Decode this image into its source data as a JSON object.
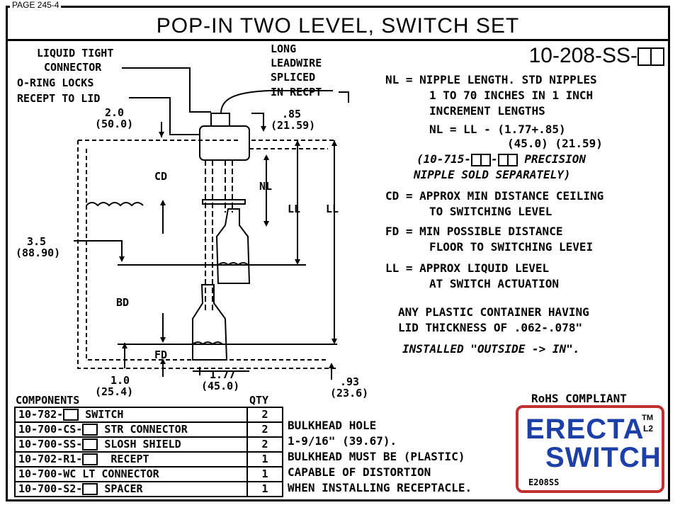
{
  "page_label": "PAGE 245-4",
  "title": "POP-IN TWO LEVEL, SWITCH SET",
  "part_number": "10-208-SS-",
  "drawing_labels": {
    "liquid_tight_1": "LIQUID TIGHT",
    "liquid_tight_2": "CONNECTOR",
    "oring_1": "O-RING LOCKS",
    "oring_2": "RECEPT TO LID",
    "long_1": "LONG",
    "long_2": "LEADWIRE",
    "long_3": "SPLICED",
    "long_4": "IN RECPT",
    "dim_2_0": "2.0",
    "dim_50_0": "(50.0)",
    "dim_85": ".85",
    "dim_21_59": "(21.59)",
    "cd": "CD",
    "nl": "NL",
    "ll_1": "LL",
    "ll_2": "LL",
    "dim_3_5": "3.5",
    "dim_88_90": "(88.90)",
    "bd": "BD",
    "fd": "FD",
    "dim_1_0": "1.0",
    "dim_25_4": "(25.4)",
    "dim_1_77": "1.77",
    "dim_45_0": "(45.0)",
    "dim_93": ".93",
    "dim_23_6": "(23.6)"
  },
  "notes": {
    "nl_1": "NL = NIPPLE LENGTH. STD NIPPLES",
    "nl_2": "1 TO 70 INCHES IN 1 INCH",
    "nl_3": "INCREMENT LENGTHS",
    "formula_1": "NL = LL - (1.77+.85)",
    "formula_2": "(45.0) (21.59)",
    "precision_1a": "(10-715-",
    "precision_1b": "-",
    "precision_1c": " PRECISION",
    "precision_2": "NIPPLE SOLD SEPARATELY)",
    "cd_1": "CD = APPROX MIN DISTANCE CEILING",
    "cd_2": "TO SWITCHING LEVEL",
    "fd_1": "FD = MIN POSSIBLE DISTANCE",
    "fd_2": "FLOOR TO SWITCHING LEVEI",
    "ll_1": "LL = APPROX LIQUID LEVEL",
    "ll_2": "AT SWITCH ACTUATION",
    "container_1": "ANY PLASTIC CONTAINER HAVING",
    "container_2": "LID THICKNESS OF .062-.078\"",
    "installed": "INSTALLED \"OUTSIDE -> IN\"."
  },
  "components": {
    "header": "COMPONENTS",
    "qty_header": "QTY",
    "rows": [
      {
        "pn": "10-782-",
        "desc": " SWITCH",
        "qty": "2"
      },
      {
        "pn": "10-700-CS-",
        "desc": " STR CONNECTOR",
        "qty": "2"
      },
      {
        "pn": "10-700-SS-",
        "desc": " SLOSH SHIELD",
        "qty": "2"
      },
      {
        "pn": "10-702-R1-",
        "desc": "  RECEPT",
        "qty": "1"
      },
      {
        "pn": "10-700-WC LT CONNECTOR",
        "desc": "",
        "qty": "1"
      },
      {
        "pn": "10-700-S2-",
        "desc": " SPACER",
        "qty": "1"
      }
    ]
  },
  "bulkhead": {
    "l1": "BULKHEAD HOLE",
    "l2": "1-9/16\" (39.67).",
    "l3": "BULKHEAD MUST BE (PLASTIC)",
    "l4": "CAPABLE OF DISTORTION",
    "l5": "WHEN INSTALLING RECEPTACLE."
  },
  "rohs": "RoHS COMPLIANT",
  "logo": {
    "line1": "ERECTA",
    "line2": "SWITCH",
    "tm": "TM",
    "l2_tag": "L2",
    "code": "E208SS"
  },
  "colors": {
    "logo_blue": "#1c3fa8",
    "logo_red": "#c03030"
  }
}
